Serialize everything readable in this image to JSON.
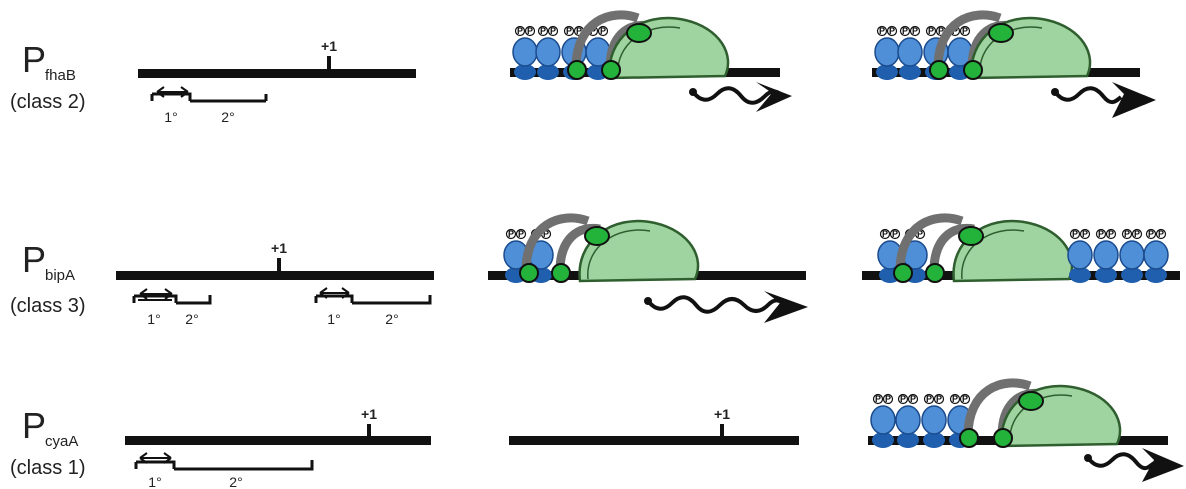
{
  "colors": {
    "dna": "#111111",
    "bvga_light": "#4f8fd8",
    "bvga_dark": "#1f5fae",
    "rnap_fill": "#9fd39f",
    "rnap_outline": "#2f5e2f",
    "sigma_green": "#23b23a",
    "alpha_ctd_gray": "#707070"
  },
  "icons": {
    "transcript": "wavy-arrow-icon",
    "bvga_dimer": "phosphorylated-bvga-icon",
    "rnap": "rna-polymerase-icon"
  },
  "rows": [
    {
      "promoter_letter": "P",
      "promoter_subscript": "fhaB",
      "promoter_class": "(class 2)",
      "tss_label": "+1",
      "site_labels": [
        "1°",
        "2°"
      ]
    },
    {
      "promoter_letter": "P",
      "promoter_subscript": "bipA",
      "promoter_class": "(class 3)",
      "tss_label": "+1",
      "site_labels": [
        "1°",
        "2°",
        "1°",
        "2°"
      ]
    },
    {
      "promoter_letter": "P",
      "promoter_subscript": "cyaA",
      "promoter_class": "(class 1)",
      "tss_label": "+1",
      "tss_label_empty_dna": "+1",
      "site_labels": [
        "1°",
        "2°"
      ]
    }
  ],
  "phospho_label": "P"
}
